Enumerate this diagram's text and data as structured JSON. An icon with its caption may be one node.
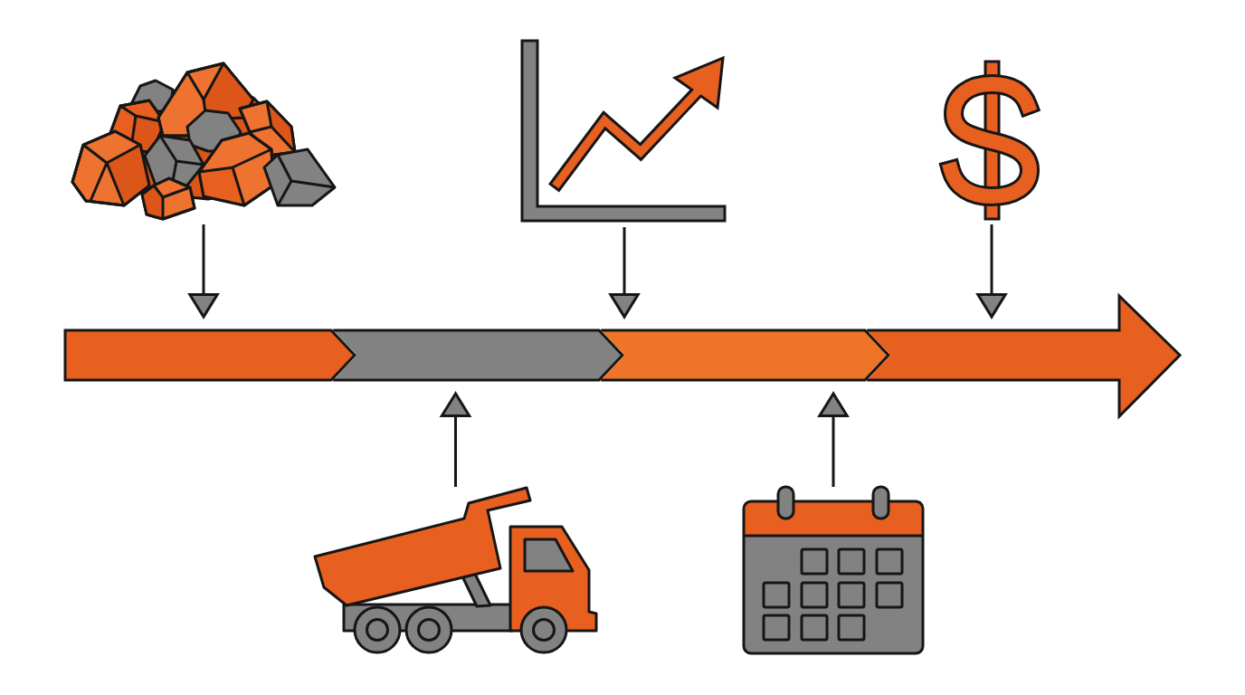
{
  "diagram": {
    "nodes": [
      {
        "text": [],
        "shape": "picture"
      },
      {
        "text": [],
        "shape": "picture"
      },
      {
        "text": [],
        "shape": "picture"
      },
      {
        "text": [],
        "shape": "chevron"
      },
      {
        "text": [],
        "shape": "chevron"
      },
      {
        "text": [],
        "shape": "chevron"
      },
      {
        "text": [],
        "shape": "arrow"
      },
      {
        "text": [],
        "shape": "picture"
      },
      {
        "text": [],
        "shape": "picture"
      }
    ],
    "edges": [
      {
        "from": 0,
        "to": 3,
        "arrow": "to"
      },
      {
        "from": 1,
        "to": 5,
        "arrow": "to"
      },
      {
        "from": 2,
        "to": 6,
        "arrow": "to"
      },
      {
        "from": 7,
        "to": 4,
        "arrow": "to"
      },
      {
        "from": 8,
        "to": 5,
        "arrow": "to"
      }
    ]
  }
}
